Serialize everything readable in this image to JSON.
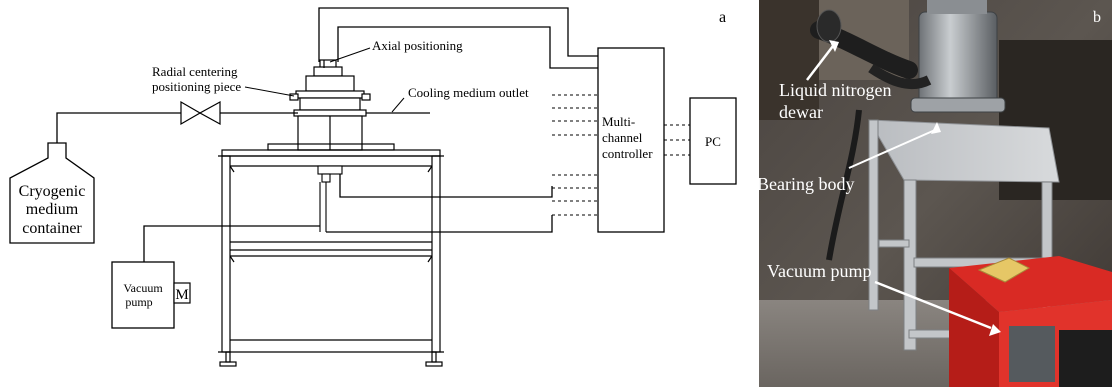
{
  "panel_a": {
    "panel_label": "a",
    "labels": {
      "axial_positioning": "Axial positioning",
      "radial_line1": "Radial centering",
      "radial_line2": "positioning piece",
      "cooling_outlet": "Cooling medium outlet",
      "cryo_line1": "Cryogenic",
      "cryo_line2": "medium",
      "cryo_line3": "container",
      "vacuum_line1": "Vacuum",
      "vacuum_line2": "pump",
      "motor": "M",
      "controller_line1": "Multi-",
      "controller_line2": "channel",
      "controller_line3": "controller",
      "pc": "PC"
    }
  },
  "panel_b": {
    "panel_label": "b",
    "labels": {
      "ln2_line1": "Liquid nitrogen",
      "ln2_line2": "dewar",
      "bearing_body": "Bearing body",
      "vacuum_pump": "Vacuum pump"
    }
  }
}
